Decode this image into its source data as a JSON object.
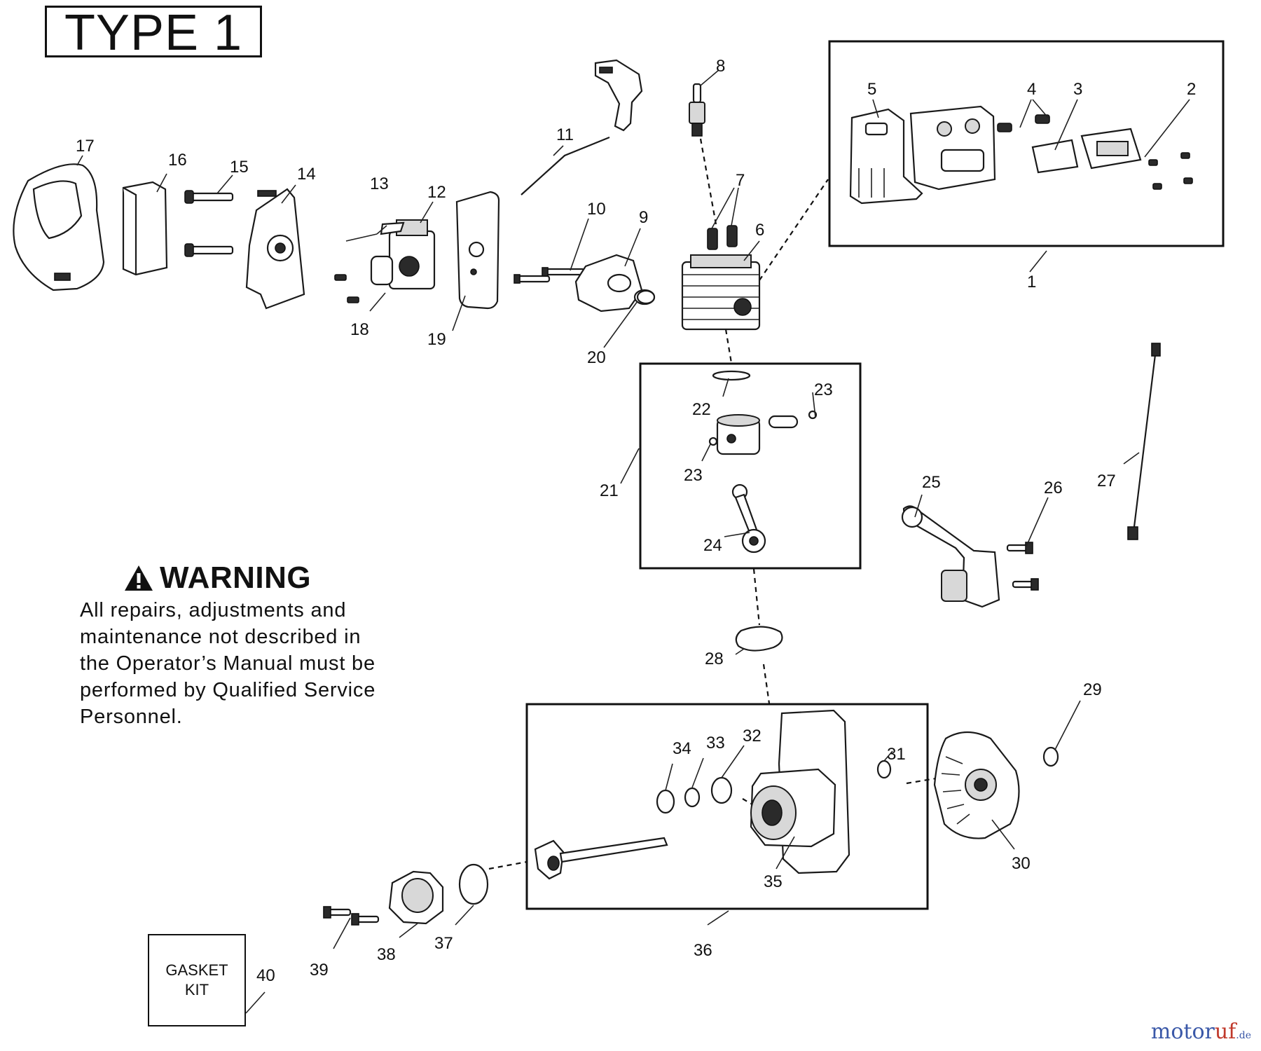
{
  "type_label": "TYPE 1",
  "warning": {
    "heading": "WARNING",
    "text": "All repairs, adjustments and\nmaintenance not described in\nthe Operator’s Manual must be\nperformed by Qualified Service\nPersonnel."
  },
  "gasket_kit": {
    "label": "GASKET\nKIT",
    "number": "40"
  },
  "watermark": {
    "main": "motor",
    "accent": "uf",
    "tld": ".de"
  },
  "callouts": [
    "1",
    "2",
    "3",
    "4",
    "5",
    "6",
    "7",
    "8",
    "9",
    "10",
    "11",
    "12",
    "13",
    "14",
    "15",
    "16",
    "17",
    "18",
    "19",
    "20",
    "21",
    "22",
    "23",
    "23",
    "24",
    "25",
    "26",
    "27",
    "28",
    "29",
    "30",
    "31",
    "32",
    "33",
    "34",
    "35",
    "36",
    "37",
    "38",
    "39",
    "40"
  ],
  "colors": {
    "ink": "#111111",
    "watermark_blue": "#3a58a8",
    "watermark_red": "#c0392b"
  }
}
